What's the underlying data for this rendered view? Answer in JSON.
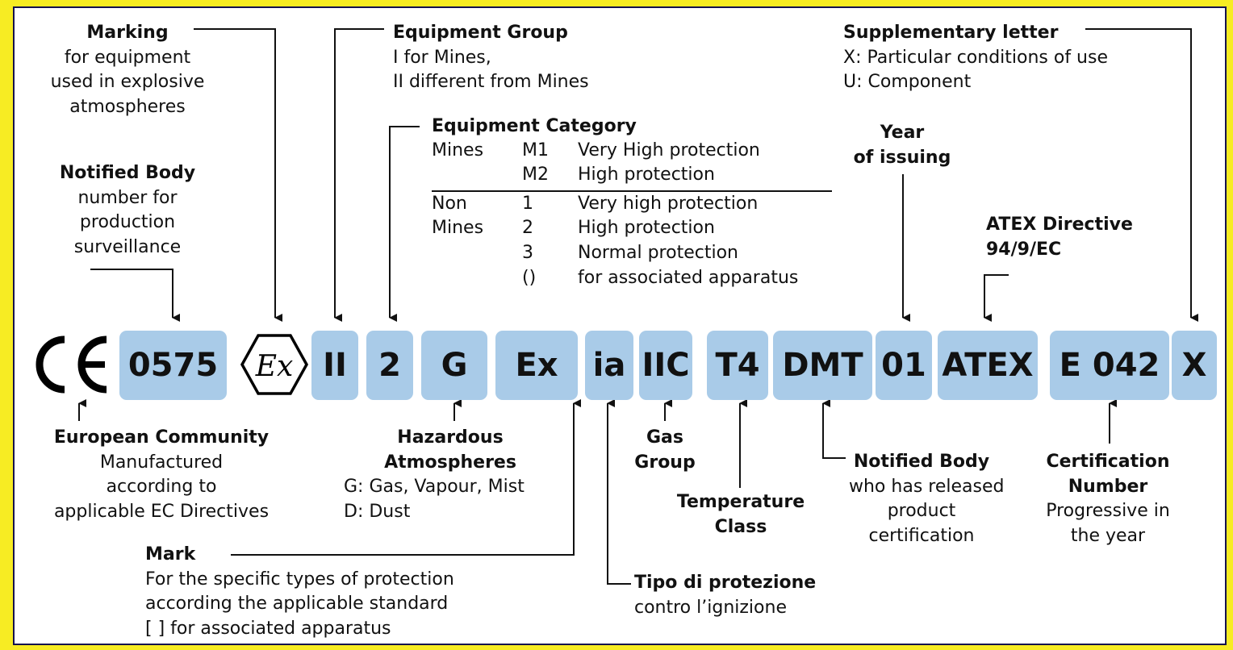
{
  "marking_strip": [
    "0575",
    "II",
    "2",
    "G",
    "Ex",
    "ia",
    "IIC",
    "T4",
    "DMT",
    "01",
    "ATEX",
    "E 042",
    "X"
  ],
  "symbols": {
    "ce": "CE mark",
    "ex": "Ex hexagon"
  },
  "top": {
    "marking": {
      "title": "Marking",
      "lines": [
        "for equipment",
        "used in explosive",
        "atmospheres"
      ]
    },
    "notified_body": {
      "title": "Notified Body",
      "lines": [
        "number for",
        "production",
        "surveillance"
      ]
    },
    "equipment_group": {
      "title": "Equipment Group",
      "lines": [
        "I for Mines,",
        "II different from Mines"
      ]
    },
    "equipment_category": {
      "title": "Equipment Category",
      "rows": [
        {
          "group": "Mines",
          "code": "M1",
          "desc": "Very High protection"
        },
        {
          "group": "",
          "code": "M2",
          "desc": "High protection"
        },
        {
          "group": "Non",
          "code": "1",
          "desc": "Very high protection"
        },
        {
          "group": "Mines",
          "code": "2",
          "desc": "High protection"
        },
        {
          "group": "",
          "code": "3",
          "desc": "Normal protection"
        },
        {
          "group": "",
          "code": "()",
          "desc": "for associated apparatus"
        }
      ]
    },
    "year": {
      "lines": [
        "Year",
        "of issuing"
      ]
    },
    "atex": {
      "lines": [
        "ATEX Directive",
        "94/9/EC"
      ]
    },
    "supplementary": {
      "title": "Supplementary letter",
      "lines": [
        "X: Particular conditions of use",
        "U: Component"
      ]
    }
  },
  "bottom": {
    "european": {
      "title": "European Community",
      "lines": [
        "Manufactured",
        "according to",
        "applicable EC Directives"
      ]
    },
    "hazardous": {
      "title_lines": [
        "Hazardous",
        "Atmospheres"
      ],
      "lines": [
        "G: Gas, Vapour, Mist",
        "D: Dust"
      ]
    },
    "mark": {
      "title": "Mark",
      "lines": [
        "For the specific types of protection",
        "according the applicable standard",
        "[ ] for associated apparatus"
      ]
    },
    "tipo": {
      "title": "Tipo di protezione",
      "lines": [
        "contro l’ignizione"
      ]
    },
    "gas": {
      "title_lines": [
        "Gas",
        "Group"
      ]
    },
    "temperature": {
      "title_lines": [
        "Temperature",
        "Class"
      ]
    },
    "notified_release": {
      "title": "Notified Body",
      "lines": [
        "who has released",
        "product",
        "certification"
      ]
    },
    "certification": {
      "title_lines": [
        "Certification",
        "Number"
      ],
      "lines": [
        "Progressive in",
        "the year"
      ]
    }
  }
}
